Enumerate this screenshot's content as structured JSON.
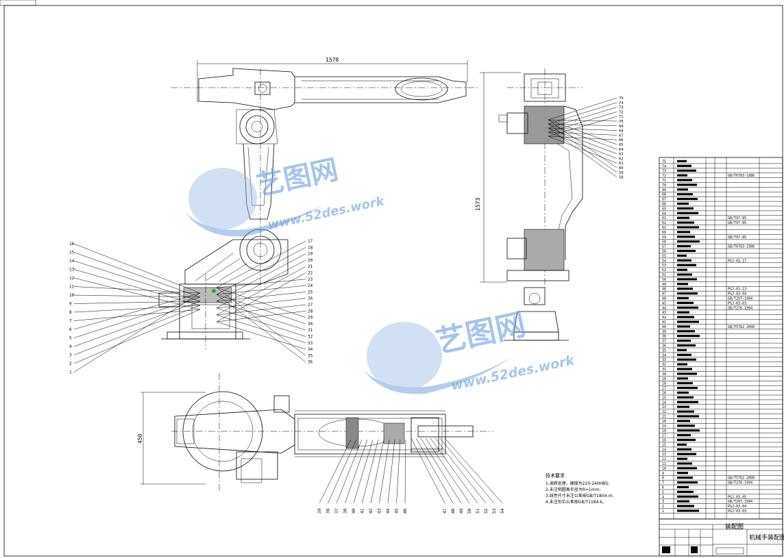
{
  "dimensions": {
    "width_top": "1578",
    "height_side": "1573",
    "plan_height": "450"
  },
  "callouts": {
    "left": [
      "16",
      "15",
      "14",
      "13",
      "12",
      "11",
      "10",
      "9",
      "8",
      "7",
      "6",
      "5",
      "4",
      "3",
      "2",
      "1"
    ],
    "right": [
      "17",
      "18",
      "19",
      "20",
      "21",
      "22",
      "23",
      "24",
      "25",
      "26",
      "27",
      "28",
      "29",
      "30",
      "31",
      "32",
      "33",
      "34",
      "35",
      "36"
    ],
    "side": [
      "75",
      "74",
      "73",
      "72",
      "71",
      "70",
      "69",
      "68",
      "67",
      "66",
      "65",
      "64",
      "63",
      "62",
      "61",
      "60",
      "59",
      "58"
    ],
    "bottom_left": [
      "39",
      "38",
      "37",
      "36",
      "40",
      "41",
      "42",
      "43",
      "44",
      "45",
      "46"
    ],
    "bottom_right": [
      "47",
      "48",
      "49",
      "50",
      "51",
      "52",
      "53",
      "54"
    ]
  },
  "tech_requirements": {
    "heading": "技术要求",
    "items": [
      "1.调质处理，硬度为220-240HBS;",
      "2.未注明圆角半径为R=1mm;",
      "3.线性尺寸未注公差按GB/T1804-m;",
      "4.未注形位公差按GB/T1184-k。"
    ]
  },
  "watermark": {
    "brand": "艺图网",
    "url": "www.52des.work"
  },
  "bom": {
    "standards": [
      {
        "row": 72,
        "code": "GB/T6783-1986"
      },
      {
        "row": 63,
        "code": "GB/T97-85"
      },
      {
        "row": 62,
        "code": "GB/T97-85"
      },
      {
        "row": 59,
        "code": "GB/T97-85"
      },
      {
        "row": 57,
        "code": "GB/T6783-1986"
      },
      {
        "row": 54,
        "code": "PGJ-01-17"
      },
      {
        "row": 48,
        "code": "PGJ-01-13"
      },
      {
        "row": 47,
        "code": "PGJ-03-04"
      },
      {
        "row": 46,
        "code": "GB/T297-1994"
      },
      {
        "row": 45,
        "code": "PGJ-03-03"
      },
      {
        "row": 44,
        "code": "GB/T276-1994"
      },
      {
        "row": 40,
        "code": "GB/T5782-2000"
      },
      {
        "row": 8,
        "code": "GB/T5782-2000"
      },
      {
        "row": 7,
        "code": "GB/T276-1994"
      },
      {
        "row": 4,
        "code": "PGJ-03-05"
      },
      {
        "row": 3,
        "code": "GB/T297-1994"
      },
      {
        "row": 2,
        "code": "PGJ-03-04"
      },
      {
        "row": 1,
        "code": "PGJ-03-03"
      }
    ],
    "rows": [
      "75",
      "74",
      "73",
      "72",
      "71",
      "70",
      "69",
      "68",
      "67",
      "66",
      "65",
      "64",
      "63",
      "62",
      "61",
      "60",
      "59",
      "58",
      "57",
      "56",
      "55",
      "54",
      "53",
      "52",
      "51",
      "50",
      "49",
      "48",
      "47",
      "46",
      "45",
      "44",
      "43",
      "42",
      "41",
      "40",
      "39",
      "38",
      "37",
      "36",
      "35",
      "34",
      "33",
      "32",
      "31",
      "30",
      "29",
      "28",
      "27",
      "26",
      "25",
      "24",
      "23",
      "22",
      "21",
      "20",
      "19",
      "18",
      "17",
      "16",
      "15",
      "14",
      "13",
      "12",
      "11",
      "10",
      "9",
      "8",
      "7",
      "6",
      "5",
      "4",
      "3",
      "2",
      "1"
    ]
  },
  "title_block": {
    "view_title": "装配图",
    "drawing_name": "机械手装配图"
  }
}
